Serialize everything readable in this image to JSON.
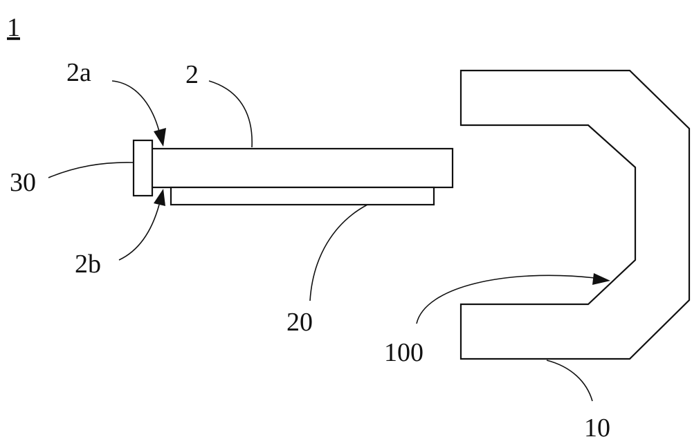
{
  "figure": {
    "number": "1"
  },
  "labels": {
    "support_plate": "2",
    "upper_surface": "2a",
    "lower_surface": "2b",
    "bottom_layer": "20",
    "end_cap": "30",
    "clamp": "10",
    "clamp_opening": "100"
  },
  "colors": {
    "line": "#111111",
    "background": "#ffffff"
  }
}
